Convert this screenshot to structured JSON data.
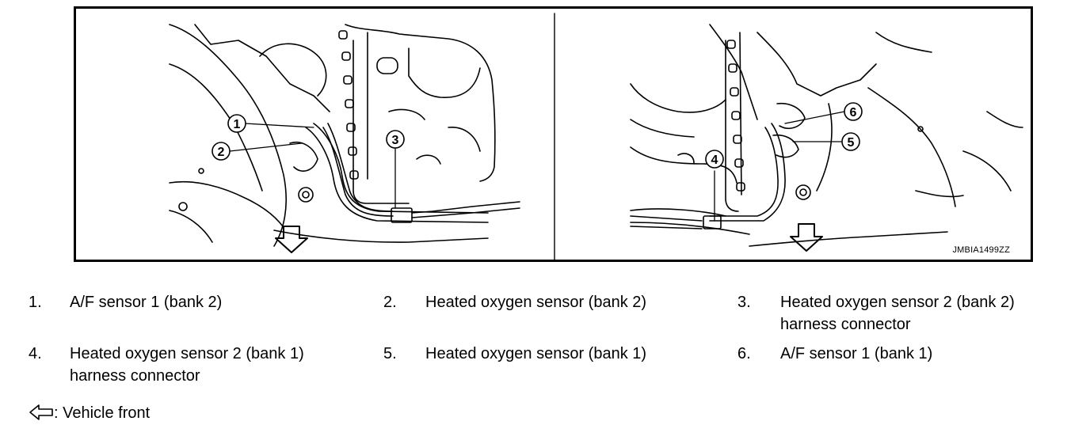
{
  "figure": {
    "code": "JMBIA1499ZZ",
    "callouts_left": [
      "1",
      "2",
      "3"
    ],
    "callouts_right": [
      "4",
      "5",
      "6"
    ]
  },
  "legend": {
    "items": [
      {
        "num": "1.",
        "text": "A/F sensor 1 (bank 2)"
      },
      {
        "num": "2.",
        "text": "Heated oxygen sensor (bank 2)"
      },
      {
        "num": "3.",
        "text": "Heated oxygen sensor 2 (bank 2)",
        "text2": "harness connector"
      },
      {
        "num": "4.",
        "text": "Heated oxygen sensor 2 (bank 1)",
        "text2": "harness connector"
      },
      {
        "num": "5.",
        "text": "Heated oxygen sensor (bank 1)"
      },
      {
        "num": "6.",
        "text": "A/F sensor 1 (bank 1)"
      }
    ],
    "front_label": ": Vehicle front"
  }
}
